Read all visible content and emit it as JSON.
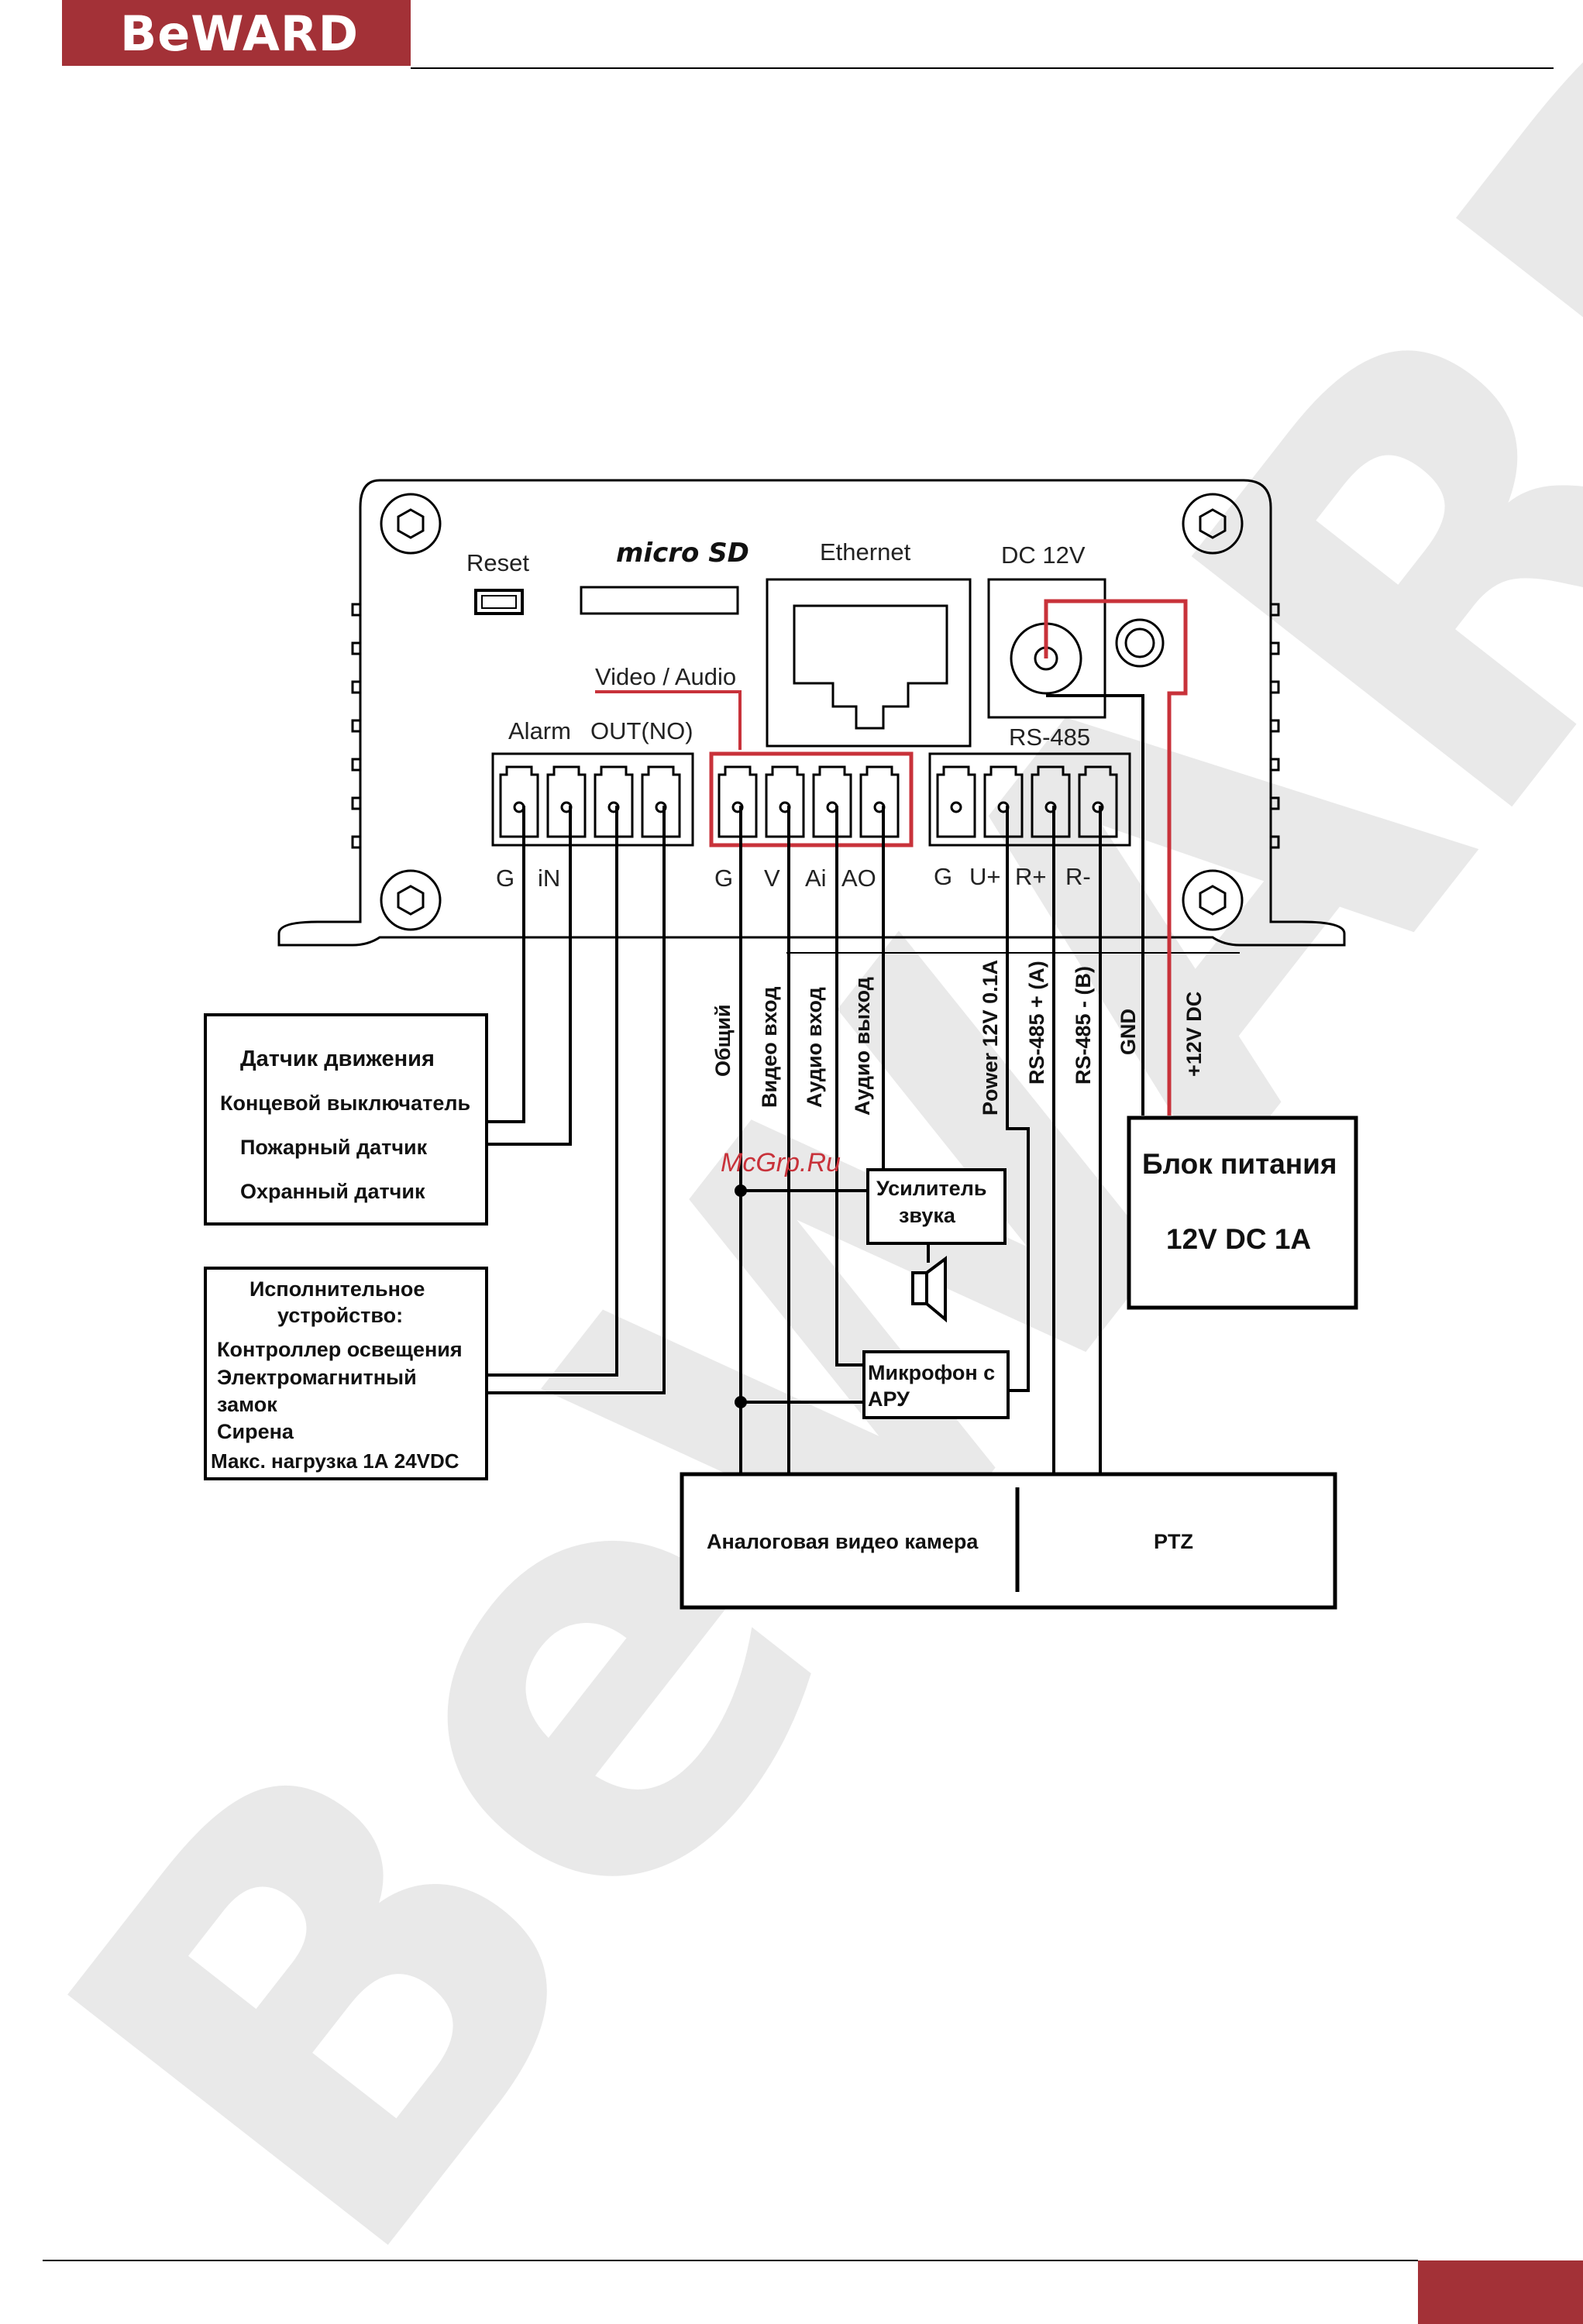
{
  "header": {
    "logo_text": "BeWARD",
    "brand_color": "#a33137"
  },
  "footer": {
    "accent_color": "#a33137"
  },
  "watermark": {
    "text": "BeWARD",
    "site": "McGrp.Ru"
  },
  "device": {
    "reset_label": "Reset",
    "microsd_logo": "micro SD",
    "ethernet_label": "Ethernet",
    "dc_label": "DC 12V",
    "video_audio_label": "Video / Audio",
    "alarm_label": "Alarm",
    "out_label": "OUT(NO)",
    "rs485_label": "RS-485",
    "alarm_pins": [
      "G",
      "iN"
    ],
    "va_pins": [
      "G",
      "V",
      "Ai",
      "AO"
    ],
    "rs485_pins": [
      "G",
      "U+",
      "R+",
      "R-"
    ]
  },
  "wires": {
    "common": "Общий",
    "video_in": "Видео вход",
    "audio_in": "Аудио вход",
    "audio_out": "Аудио выход",
    "power": "Power 12V 0.1A",
    "rs485a": "RS-485 + (A)",
    "rs485b": "RS-485 - (B)",
    "gnd": "GND",
    "plus12": "+12V DC"
  },
  "sensor_box": {
    "lines": [
      "Датчик движения",
      "Концевой выключатель",
      "Пожарный датчик",
      "Охранный датчик"
    ]
  },
  "actuator_box": {
    "lines": [
      "Исполнительное",
      "устройство:",
      "Контроллер освещения",
      "Электромагнитный",
      "замок",
      "Сирена",
      "Макс. нагрузка 1А 24VDC"
    ]
  },
  "psu_box": {
    "title": "Блок питания",
    "spec": "12V DC 1A"
  },
  "amp_box": {
    "lines": [
      "Усилитель",
      "звука"
    ]
  },
  "mic_box": {
    "lines": [
      "Микрофон с",
      "АРУ"
    ]
  },
  "camera_box": {
    "camera": "Аналоговая видео камера",
    "ptz": "PTZ"
  },
  "colors": {
    "wire": "#000000",
    "highlight": "#c8323a"
  }
}
